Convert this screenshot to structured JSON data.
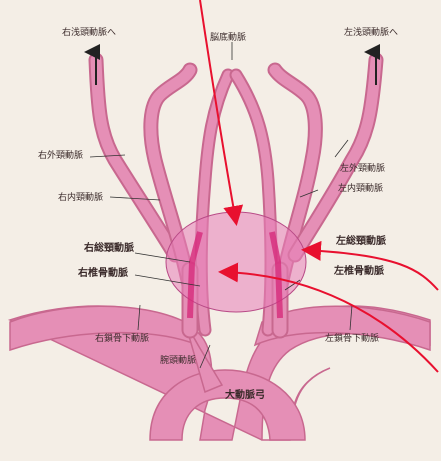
{
  "labels": {
    "right_superficial_temporal": "右浅頭動脈へ",
    "basilar": "脳底動脈",
    "left_superficial_temporal": "左浅頭動脈へ",
    "right_external_carotid": "右外頸動脈",
    "left_external_carotid": "左外頸動脈",
    "right_internal_carotid": "右内頸動脈",
    "left_internal_carotid": "左内頸動脈",
    "right_common_carotid": "右総頸動脈",
    "left_common_carotid": "左総頸動脈",
    "right_vertebral": "右椎骨動脈",
    "left_vertebral": "左椎骨動脈",
    "right_subclavian": "右鎖骨下動脈",
    "left_subclavian": "左鎖骨下動脈",
    "brachiocephalic": "腕頭動脈",
    "aortic_arch": "大動脈弓"
  },
  "colors": {
    "artery_fill": "#e58fb6",
    "artery_edge": "#c8688f",
    "highlight_ellipse": "#e77fb8",
    "pointer_arrow": "#e8102f",
    "background": "#f4eee6"
  }
}
